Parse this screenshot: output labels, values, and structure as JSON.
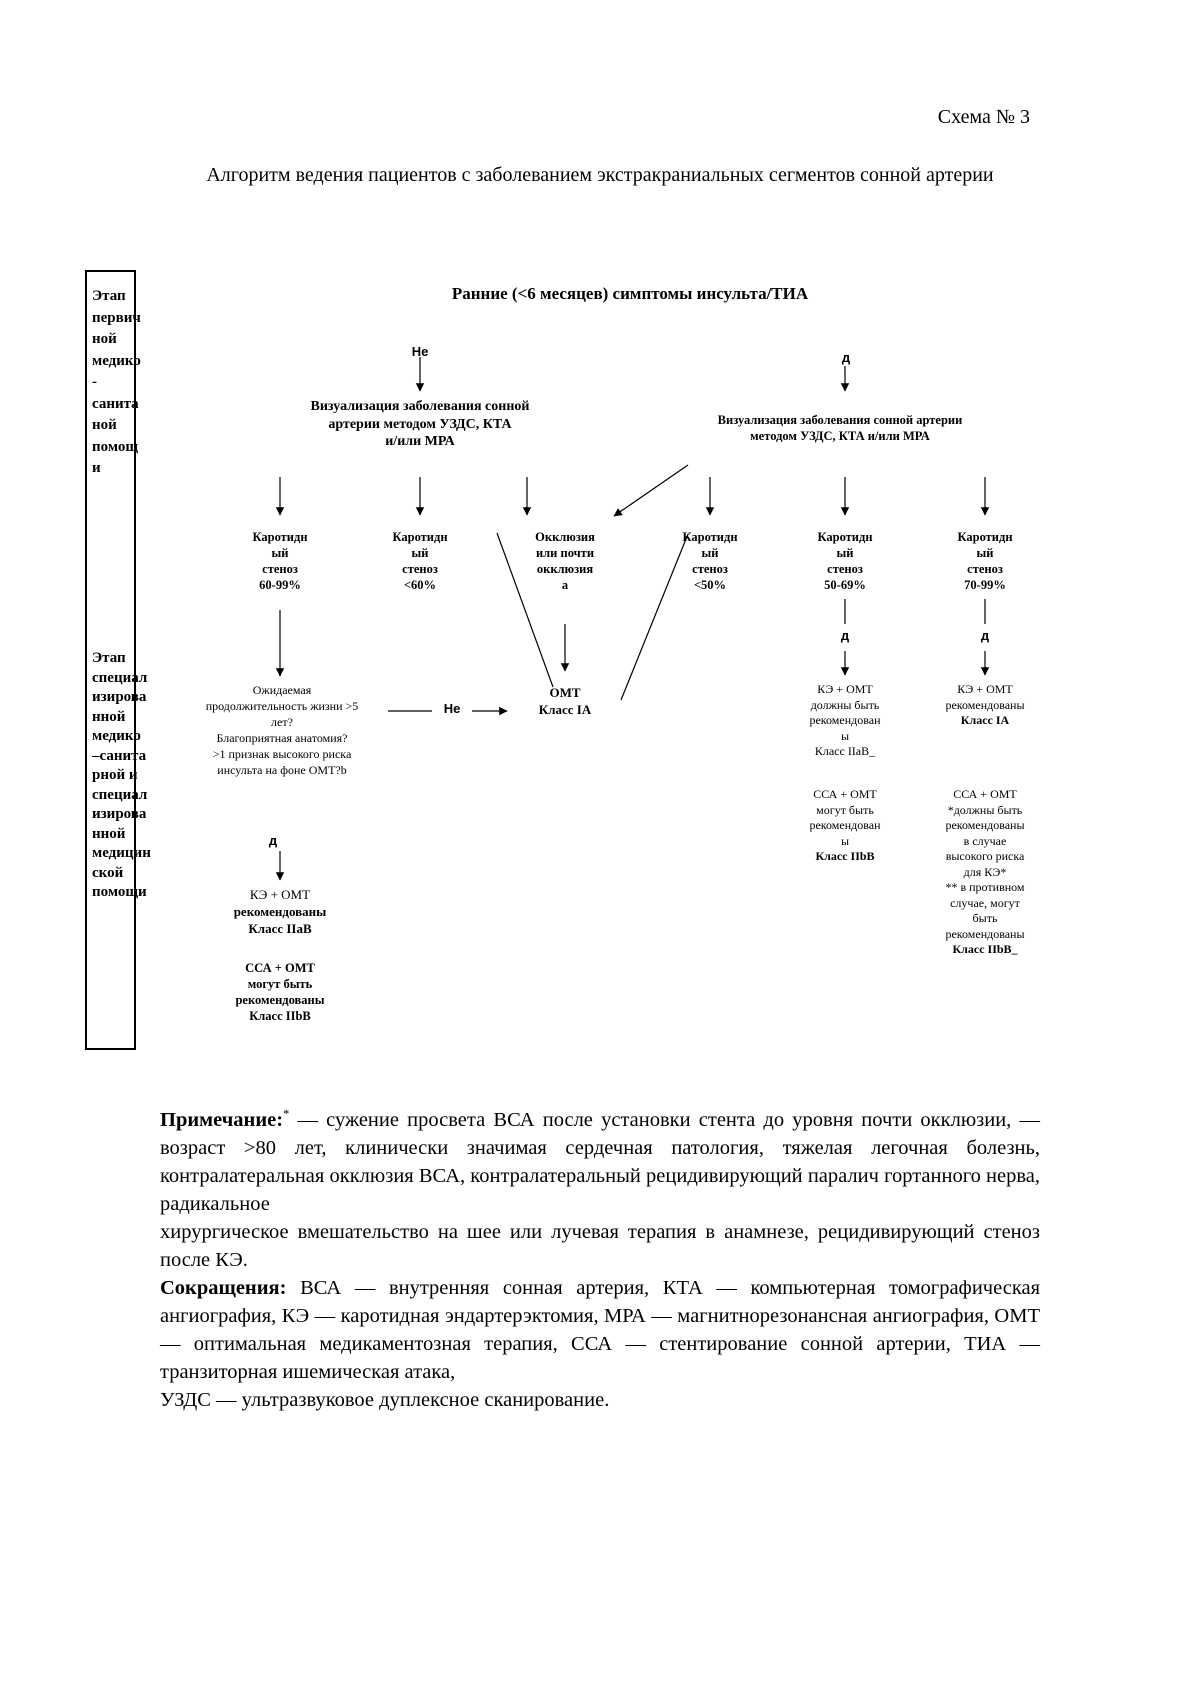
{
  "page": {
    "scheme_label": "Схема № 3",
    "title": "Алгоритм ведения пациентов с заболеванием экстракраниальных сегментов сонной артерии"
  },
  "sidebar": {
    "stage1_lines": [
      "Этап",
      "первич",
      "ной",
      "медико",
      "-",
      "санита",
      "ной",
      "помощ",
      "и"
    ],
    "stage2_lines": [
      "Этап",
      "специал",
      "изирова",
      "нной",
      "медико",
      "–санита",
      "рной и",
      "специал",
      "изирова",
      "нной",
      "медицин",
      "ской",
      "помощи"
    ]
  },
  "flowchart": {
    "root": "Ранние (<6 месяцев) симптомы инсульта/ТИА",
    "labels": {
      "no": "Не",
      "yes": "д"
    },
    "visual_left_lines": [
      "Визуализация заболевания сонной",
      "артерии методом УЗДС, КТА",
      "и/или МРА"
    ],
    "visual_right_lines": [
      "Визуализация заболевания сонной артерии",
      "методом УЗДС, КТА и/или МРА"
    ],
    "columns": [
      {
        "lines": [
          "Каротидн",
          "ый",
          "стеноз",
          "60-99%"
        ]
      },
      {
        "lines": [
          "Каротидн",
          "ый",
          "стеноз",
          "<60%"
        ]
      },
      {
        "lines": [
          "Окклюзия",
          "или почти",
          "окклюзия",
          "а"
        ]
      },
      {
        "lines": [
          "Каротидн",
          "ый",
          "стеноз",
          "<50%"
        ]
      },
      {
        "lines": [
          "Каротидн",
          "ый",
          "стеноз",
          "50-69%"
        ]
      },
      {
        "lines": [
          "Каротидн",
          "ый",
          "стеноз",
          "70-99%"
        ]
      }
    ],
    "decision_lines": [
      "Ожидаемая",
      "продолжительность жизни >5",
      "лет?",
      "Благоприятная анатомия?",
      ">1 признак высокого риска",
      "инсульта на фоне ОМТ?b"
    ],
    "omt": {
      "bold_lines": [
        "ОМТ",
        "Класс IА"
      ]
    },
    "col5_rec1": {
      "text_lines": [
        "КЭ + ОМТ",
        "должны быть",
        "рекомендован",
        "ы",
        "Класс IIаВ_"
      ],
      "bold_lines": []
    },
    "col5_rec2": {
      "text_lines": [
        "ССА + ОМТ",
        "могут быть",
        "рекомендован",
        "ы"
      ],
      "bold_lines": [
        "Класс IIbВ"
      ]
    },
    "col6_rec1": {
      "text_lines": [
        "КЭ + ОМТ",
        "рекомендованы"
      ],
      "bold_lines": [
        "Класс IА"
      ]
    },
    "col6_rec2": {
      "text_lines": [
        "ССА + ОМТ",
        "*должны быть",
        "рекомендованы",
        "в случае",
        "высокого риска",
        "для КЭ*",
        "** в противном",
        "случае, могут",
        "быть",
        "рекомендованы"
      ],
      "bold_lines": [
        "Класс IIbВ_"
      ]
    },
    "col1_rec1": {
      "text_lines": [
        "КЭ + ОМТ"
      ],
      "bold_lines": [
        "рекомендованы",
        "Класс IIаВ"
      ]
    },
    "col1_rec2": {
      "text_lines": [],
      "bold_lines": [
        "ССА + ОМТ",
        "могут быть",
        "рекомендованы",
        "Класс IIbВ"
      ]
    }
  },
  "notes": {
    "label": "Примечание:",
    "star": "*",
    "body1": "— сужение просвета ВСА после установки стента до уровня почти окклюзии,  — возраст >80 лет, клинически значимая сердечная патология, тяжелая легочная болезнь, контралатеральная окклюзия ВСА, контралатеральный рецидивирующий паралич гортанного нерва, радикальное",
    "body2": "хирургическое вмешательство на шее или лучевая терапия в анамнезе, рецидивирующий стеноз после КЭ.",
    "abbrev_label": "Сокращения:",
    "abbrev_body": "ВСА — внутренняя сонная артерия, КТА — компьютерная томографическая ангиография, КЭ — каротидная эндартерэктомия, МРА — магнитнорезонансная ангиография, ОМТ — оптимальная медикаментозная терапия, ССА — стентирование сонной артерии, ТИА — транзиторная ишемическая атака,",
    "uzds_line": "УЗДС — ультразвуковое дуплексное сканирование."
  }
}
